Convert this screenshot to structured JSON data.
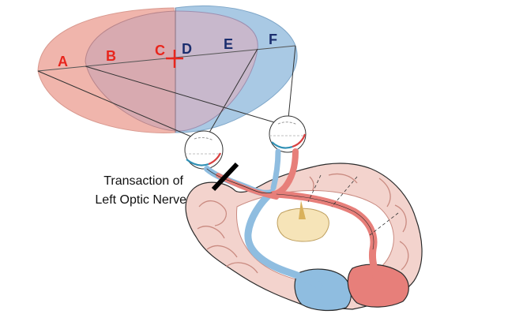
{
  "colors": {
    "left_field": "#f0b5ac",
    "right_field": "#a9c9e4",
    "left_pathway": "#e77f7a",
    "right_pathway": "#8fbde0",
    "brain_outer": "#f3d3cd",
    "brain_gyri": "#e6b3aa",
    "white_matter": "#ffffff",
    "thalamus": "#f6e4b8",
    "outline": "#2b2b2b",
    "label_red": "#e8261d",
    "label_navy": "#1b2e6e",
    "lesion_bar": "#000000"
  },
  "field_labels": {
    "a": "A",
    "b": "B",
    "c": "C",
    "d": "D",
    "e": "E",
    "f": "F"
  },
  "annotation": {
    "line1": "Transaction of",
    "line2": "Left Optic Nerve"
  },
  "icons": {
    "fixation": "fixation-cross-icon",
    "lesion": "lesion-bar-icon"
  }
}
